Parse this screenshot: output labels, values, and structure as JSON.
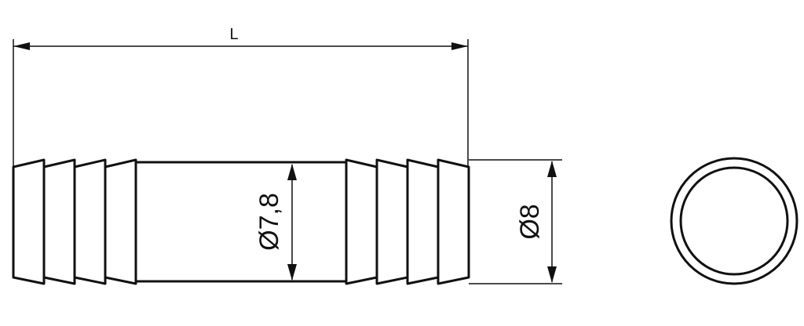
{
  "drawing": {
    "length_label": "L",
    "inner_diameter_label": "Ø7,8",
    "outer_diameter_label": "Ø8",
    "line_color": "#111111",
    "background_color": "#ffffff"
  }
}
